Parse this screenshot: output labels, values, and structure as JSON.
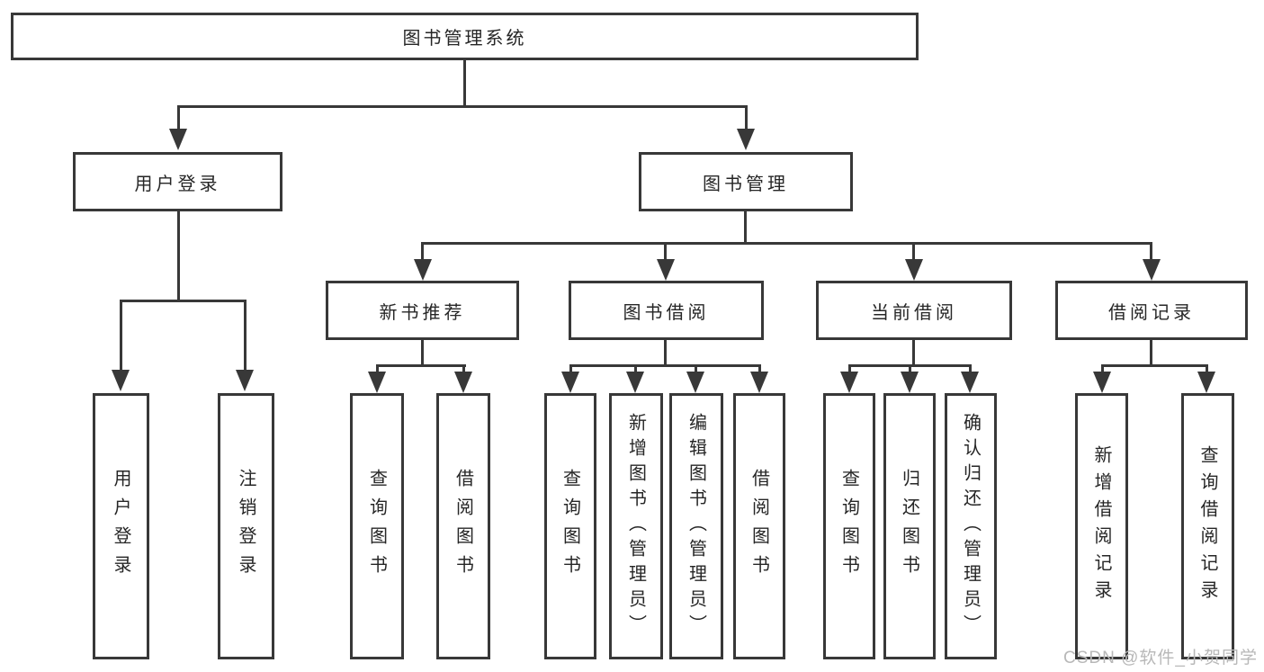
{
  "diagram": {
    "title_node": {
      "label": "图书管理系统"
    },
    "level2": [
      {
        "id": "user-login",
        "label": "用户登录"
      },
      {
        "id": "book-management",
        "label": "图书管理"
      }
    ],
    "level3": [
      {
        "id": "new-book-recommend",
        "label": "新书推荐"
      },
      {
        "id": "book-borrowing",
        "label": "图书借阅"
      },
      {
        "id": "current-borrowing",
        "label": "当前借阅"
      },
      {
        "id": "borrowing-records",
        "label": "借阅记录"
      }
    ],
    "leaves": [
      {
        "parent": "user-login",
        "label": "用户登录"
      },
      {
        "parent": "user-login",
        "label": "注销登录"
      },
      {
        "parent": "new-book-recommend",
        "label": "查询图书"
      },
      {
        "parent": "new-book-recommend",
        "label": "借阅图书"
      },
      {
        "parent": "book-borrowing",
        "label": "查询图书"
      },
      {
        "parent": "book-borrowing",
        "label": "新增图书（管理员）"
      },
      {
        "parent": "book-borrowing",
        "label": "编辑图书（管理员）"
      },
      {
        "parent": "book-borrowing",
        "label": "借阅图书"
      },
      {
        "parent": "current-borrowing",
        "label": "查询图书"
      },
      {
        "parent": "current-borrowing",
        "label": "归还图书"
      },
      {
        "parent": "current-borrowing",
        "label": "确认归还（管理员）"
      },
      {
        "parent": "borrowing-records",
        "label": "新增借阅记录"
      },
      {
        "parent": "borrowing-records",
        "label": "查询借阅记录"
      }
    ],
    "colors": {
      "line": "#383838",
      "text": "#262626",
      "background": "#ffffff",
      "watermark": "#b8b8b8"
    }
  },
  "watermark": {
    "text": "CSDN @软件_小贺同学"
  }
}
